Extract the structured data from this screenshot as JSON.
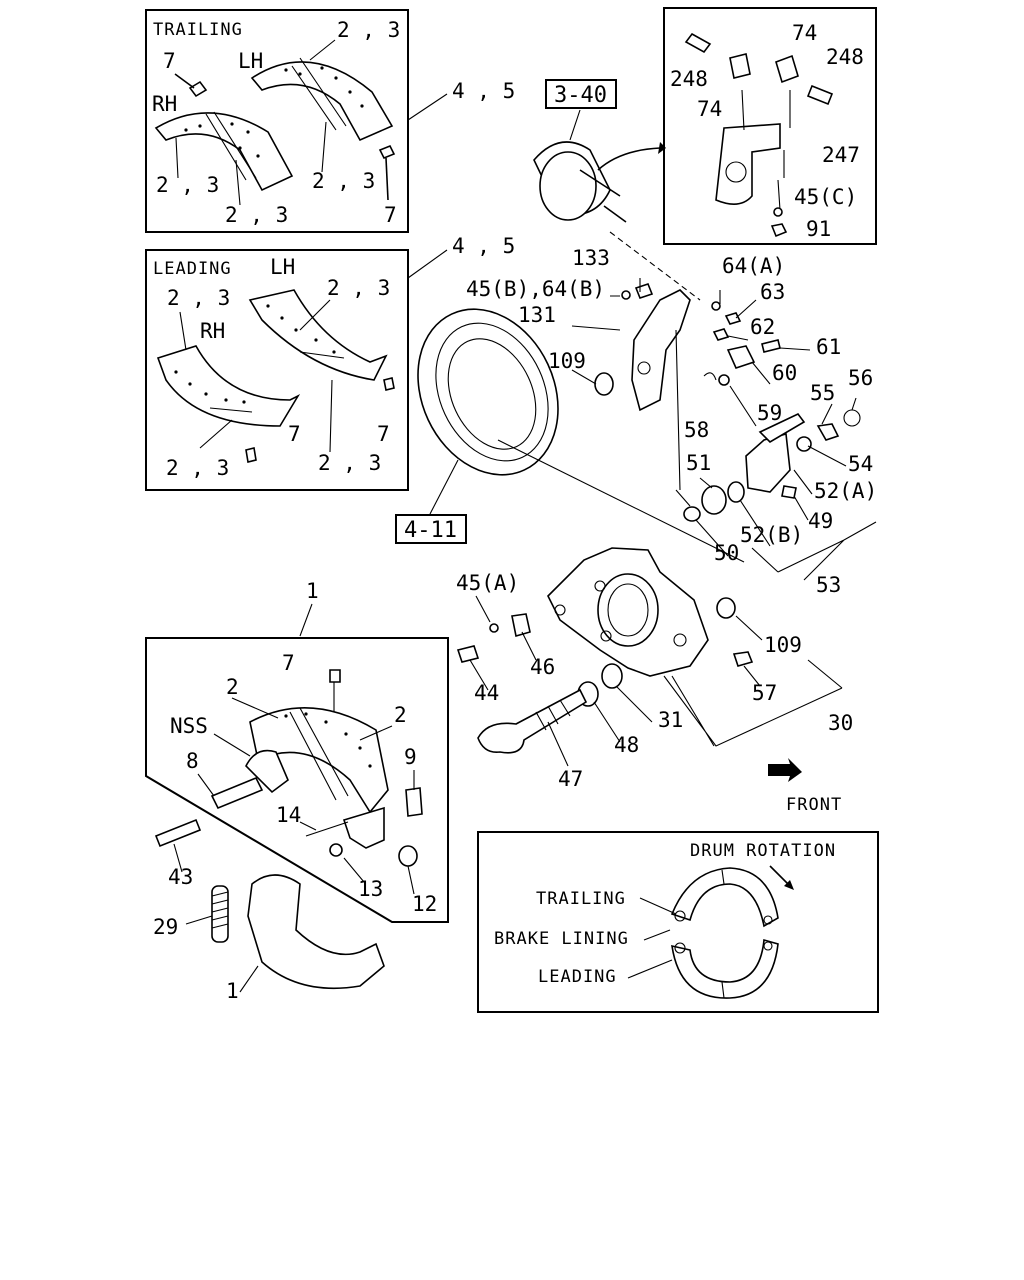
{
  "labels": {
    "trailing_box": "TRAILING",
    "leading_box": "LEADING",
    "lh": "LH",
    "rh": "RH",
    "nss": "NSS",
    "front": "FRONT",
    "drum_rotation": "DRUM ROTATION",
    "trailing_small": "TRAILING",
    "brake_lining": "BRAKE LINING",
    "leading_small": "LEADING"
  },
  "refs": {
    "r340": "3-40",
    "r411": "4-11"
  },
  "callouts": {
    "c_2_3": "2 , 3",
    "c_4_5": "4 , 5",
    "c_7": "7",
    "c_1": "1",
    "c_2": "2",
    "c_8": "8",
    "c_9": "9",
    "c_14": "14",
    "c_13": "13",
    "c_12": "12",
    "c_43": "43",
    "c_29": "29",
    "c_133": "133",
    "c_45b64b": "45(B),64(B)",
    "c_131": "131",
    "c_109": "109",
    "c_64a": "64(A)",
    "c_63": "63",
    "c_62": "62",
    "c_61": "61",
    "c_60": "60",
    "c_59": "59",
    "c_58": "58",
    "c_55": "55",
    "c_56": "56",
    "c_54": "54",
    "c_52a": "52(A)",
    "c_51": "51",
    "c_49": "49",
    "c_52b": "52(B)",
    "c_50": "50",
    "c_53": "53",
    "c_45a": "45(A)",
    "c_46": "46",
    "c_44": "44",
    "c_57": "57",
    "c_31": "31",
    "c_30": "30",
    "c_48": "48",
    "c_47": "47",
    "c_74": "74",
    "c_248": "248",
    "c_247": "247",
    "c_45c": "45(C)",
    "c_91": "91"
  }
}
